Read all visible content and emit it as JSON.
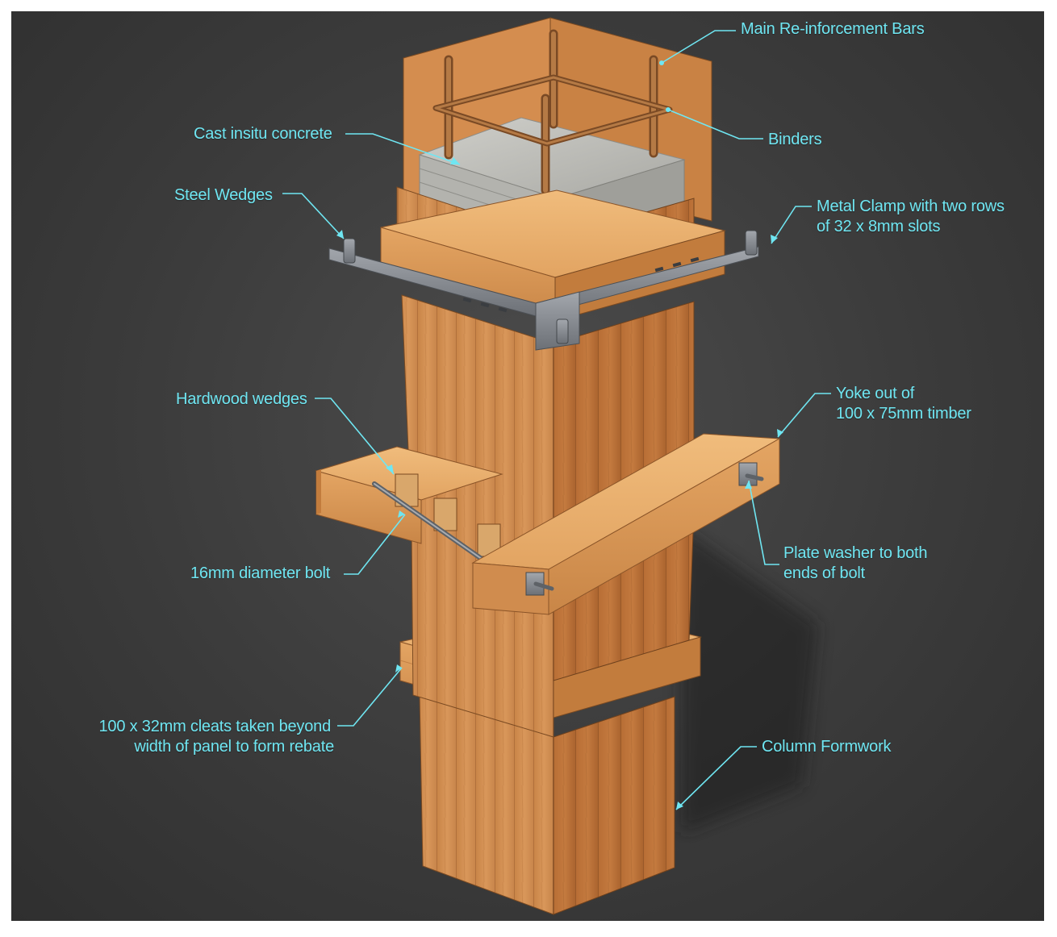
{
  "diagram": {
    "labels": {
      "main_bars": "Main Re-inforcement Bars",
      "binders": "Binders",
      "cast_concrete": "Cast insitu concrete",
      "steel_wedges": "Steel Wedges",
      "metal_clamp_1": "Metal Clamp with two rows",
      "metal_clamp_2": "of 32 x 8mm slots",
      "hardwood_wedges": "Hardwood wedges",
      "yoke_1": "Yoke out of",
      "yoke_2": "100 x 75mm timber",
      "bolt": "16mm diameter bolt",
      "plate_washer_1": "Plate washer to both",
      "plate_washer_2": "ends of bolt",
      "cleats_1": "100 x 32mm cleats taken beyond",
      "cleats_2": "width of panel to form rebate",
      "column_formwork": "Column Formwork"
    },
    "colors": {
      "label_text": "#6fe6f2",
      "leader_line": "#6fe6f2",
      "background": "#3d3d3d",
      "timber_light": "#e0a060",
      "timber_dark": "#b8733a",
      "concrete": "#b9b9b4",
      "steel": "#8c9096"
    }
  }
}
